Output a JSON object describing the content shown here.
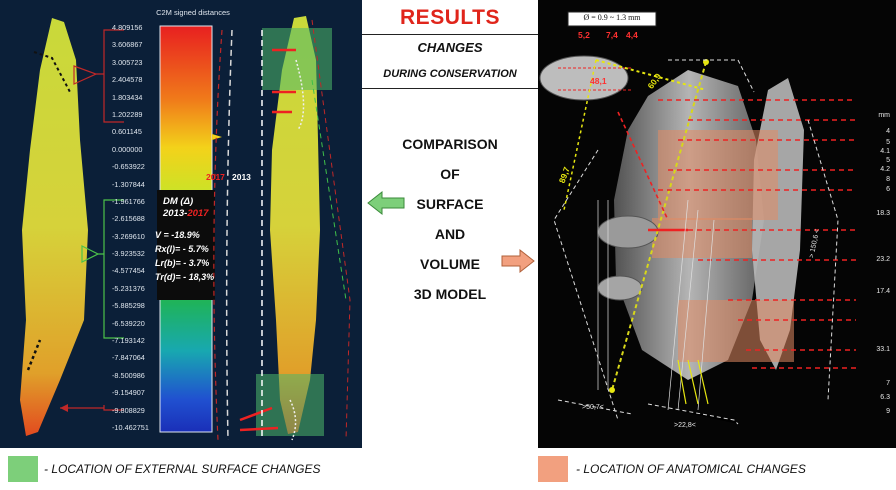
{
  "header": {
    "title": "RESULTS",
    "changes": "CHANGES",
    "during": "DURING CONSERVATION"
  },
  "comparison": {
    "lines": [
      "COMPARISON",
      "OF",
      "SURFACE",
      "AND",
      "VOLUME",
      "3D MODEL"
    ]
  },
  "left": {
    "colorbar_title": "C2M signed distances",
    "colorbar_ticks": [
      "4.809156",
      "3.606867",
      "3.005723",
      "2.404578",
      "1.803434",
      "1.202289",
      "0.601145",
      "0.000000",
      "-0.653922",
      "-1.307844",
      "-1.961766",
      "-2.615688",
      "-3.269610",
      "-3.923532",
      "-4.577454",
      "-5.231376",
      "-5.885298",
      "-6.539220",
      "-7.193142",
      "-7.847064",
      "-8.500986",
      "-9.154907",
      "-9.808829",
      "-10.462751"
    ],
    "year_2017": "2017",
    "year_2013": "2013",
    "stats": {
      "title": "DM (Δ)",
      "years_a": "2013-",
      "years_b": "2017",
      "v": "V = -18.9%",
      "rx": "Rx(l)= - 5.7%",
      "lr": "Lr(b)= - 3.7%",
      "tr": "Tr(d)= - 18,3%"
    }
  },
  "right": {
    "diameter": "Ø = 0.9 ~ 1.3 mm",
    "top_values": [
      "5,2",
      "7,4",
      "4,4"
    ],
    "inset_value": "48,1",
    "diag_a": "60,9",
    "diag_b": "89,7",
    "vertical_label": "> 150,6 <",
    "bottom_a": ">50,7<",
    "bottom_b": ">22,8<",
    "mm_unit": "mm",
    "mm_values": [
      "4",
      "5",
      "4.1",
      "5",
      "4.2",
      "8",
      "6",
      "18.3",
      "23.2",
      "17.4",
      "33.1",
      "7",
      "6.3",
      "9"
    ]
  },
  "legend": {
    "external": "- LOCATION OF EXTERNAL SURFACE CHANGES",
    "anatomical": "- LOCATION OF ANATOMICAL CHANGES"
  },
  "colors": {
    "title_red": "#e0251b",
    "legend_green": "#7dcf7a",
    "legend_salmon": "#f2a07f"
  }
}
